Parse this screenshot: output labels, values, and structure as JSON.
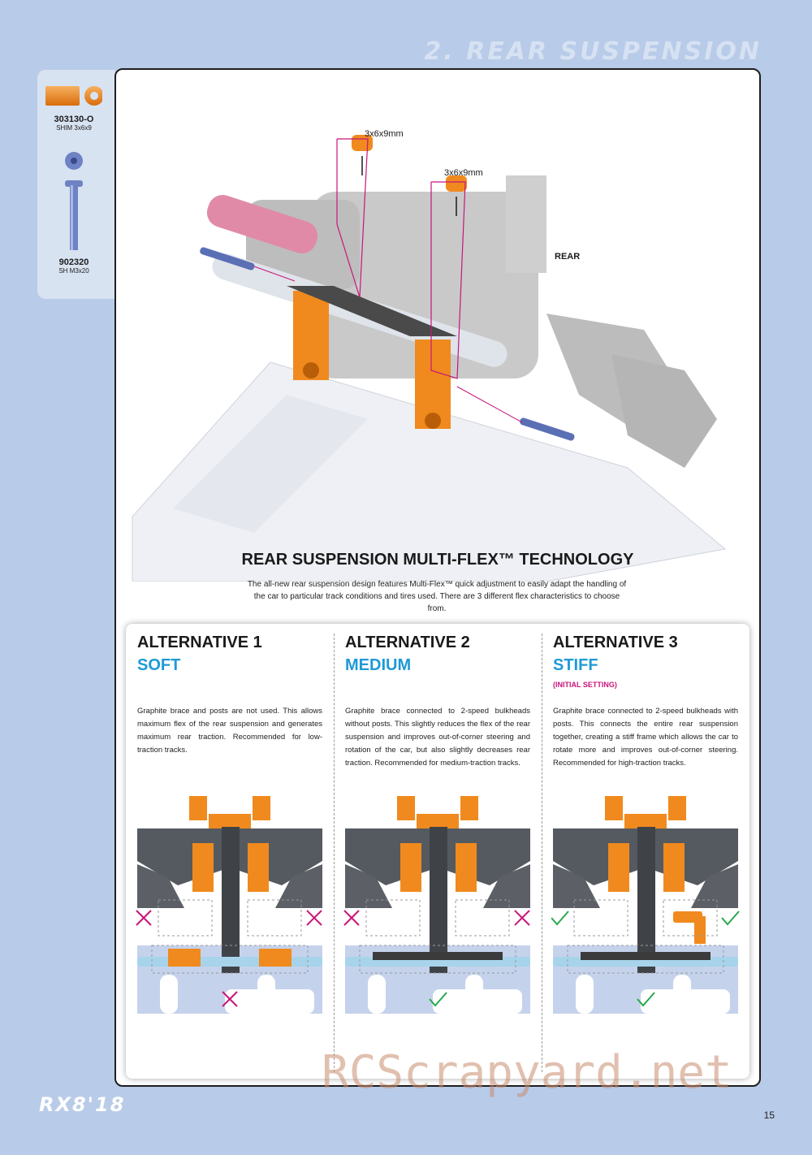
{
  "page": {
    "section_title": "2. REAR SUSPENSION",
    "page_number": "15",
    "logo": "RX8'18",
    "watermark": "RCScrapyard.net"
  },
  "parts": [
    {
      "number": "303130-O",
      "description": "SHIM 3x6x9",
      "icon": "shim-icon",
      "color": "#f08a1e"
    },
    {
      "number": "902320",
      "description": "SH M3x20",
      "icon": "screw-icon",
      "color": "#5b6fb5"
    }
  ],
  "diagram": {
    "callouts": [
      "3x6x9mm",
      "3x6x9mm"
    ],
    "direction_label": "REAR"
  },
  "intro": {
    "heading": "REAR SUSPENSION MULTI-FLEX™ TECHNOLOGY",
    "text": "The all-new rear suspension design features Multi-Flex™ quick adjustment to easily adapt the handling of the car to particular track conditions and tires used. There are 3 different flex characteristics to choose from."
  },
  "alternatives": [
    {
      "title": "ALTERNATIVE 1",
      "flex": "SOFT",
      "note": "",
      "description": "Graphite brace and posts are not used. This allows maximum flex of the rear suspension and generates maximum rear traction. Recommended for low-traction tracks.",
      "marks": {
        "left": "cross",
        "right": "cross",
        "bottom": "cross"
      }
    },
    {
      "title": "ALTERNATIVE 2",
      "flex": "MEDIUM",
      "note": "",
      "description": "Graphite brace connected to 2-speed bulkheads without posts. This slightly reduces the flex of the rear suspension and improves out-of-corner steering and rotation of the car, but also slightly decreases rear traction. Recommended for medium-traction tracks.",
      "marks": {
        "left": "cross",
        "right": "cross",
        "bottom": "check"
      }
    },
    {
      "title": "ALTERNATIVE 3",
      "flex": "STIFF",
      "note": "(INITIAL SETTING)",
      "description": "Graphite brace connected to 2-speed bulkheads with posts. This connects the entire rear suspension together, creating a stiff frame which allows the car to rotate more and improves out-of-corner steering. Recommended for high-traction tracks.",
      "marks": {
        "left": "check",
        "right": "check",
        "bottom": "check"
      }
    }
  ],
  "colors": {
    "accent": "#1e9ad6",
    "magenta": "#c8157a",
    "orange": "#f08a1e",
    "check": "#2aa84a",
    "background": "#b8cbe8"
  }
}
